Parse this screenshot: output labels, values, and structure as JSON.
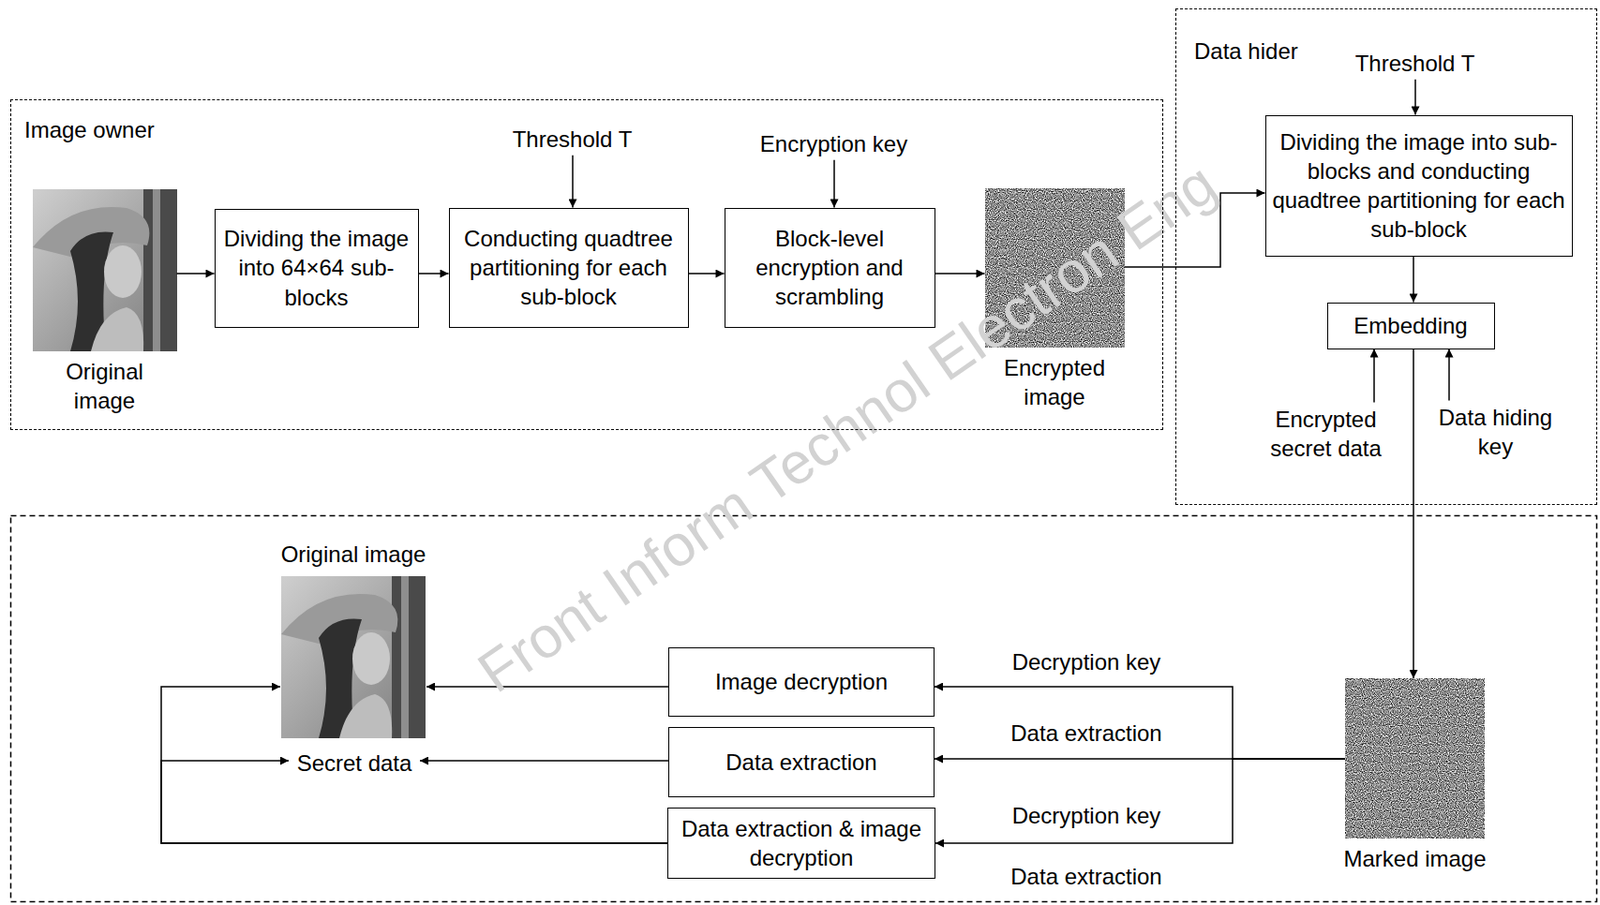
{
  "diagram": {
    "nodes": [
      {
        "text": [
          "Image owner"
        ]
      },
      {
        "text": [
          "Original image"
        ],
        "in": 0
      },
      {
        "text": [
          "Dividing the image into 64×64 sub-blocks"
        ],
        "in": 0
      },
      {
        "text": [
          "Threshold T"
        ],
        "in": 0
      },
      {
        "text": [
          "Conducting quadtree partitioning for each sub-block"
        ],
        "in": 0
      },
      {
        "text": [
          "Encryption key"
        ],
        "in": 0
      },
      {
        "text": [
          "Block-level encryption and scrambling"
        ],
        "in": 0
      },
      {
        "text": [
          "Encrypted image"
        ],
        "in": 0
      },
      {
        "text": [
          "Data hider"
        ]
      },
      {
        "text": [
          "Threshold T"
        ],
        "in": 8
      },
      {
        "text": [
          "Dividing the image into sub-blocks and conducting quadtree partitioning for each sub-block"
        ],
        "in": 8
      },
      {
        "text": [
          "Embedding"
        ],
        "in": 8
      },
      {
        "text": [
          "Encrypted secret data"
        ],
        "in": 8
      },
      {
        "text": [
          "Data hiding key"
        ],
        "in": 8
      },
      {
        "text": [
          "Marked image"
        ]
      },
      {
        "text": [
          "Original image"
        ]
      },
      {
        "text": [
          "Secret data"
        ]
      },
      {
        "text": [
          "Image decryption"
        ]
      },
      {
        "text": [
          "Data extraction"
        ]
      },
      {
        "text": [
          "Data extraction & image decryption"
        ]
      }
    ],
    "edges": [
      {
        "from": 1,
        "to": 2,
        "arrow": "to"
      },
      {
        "from": 2,
        "to": 4,
        "arrow": "to"
      },
      {
        "from": 3,
        "to": 4,
        "arrow": "to"
      },
      {
        "from": 4,
        "to": 6,
        "arrow": "to"
      },
      {
        "from": 5,
        "to": 6,
        "arrow": "to"
      },
      {
        "from": 6,
        "to": 7,
        "arrow": "to"
      },
      {
        "from": 7,
        "to": 10,
        "arrow": "to"
      },
      {
        "from": 9,
        "to": 10,
        "arrow": "to"
      },
      {
        "from": 10,
        "to": 11,
        "arrow": "to"
      },
      {
        "from": 12,
        "to": 11,
        "arrow": "to"
      },
      {
        "from": 13,
        "to": 11,
        "arrow": "to"
      },
      {
        "from": 11,
        "to": 14,
        "arrow": "to"
      },
      {
        "from": 14,
        "to": 17,
        "label": "Decryption key",
        "arrow": "to"
      },
      {
        "from": 14,
        "to": 18,
        "label": "Data extraction",
        "arrow": "to"
      },
      {
        "from": 14,
        "to": 19,
        "label": "Decryption key",
        "arrow": "to"
      },
      {
        "from": 17,
        "to": 15,
        "arrow": "to"
      },
      {
        "from": 18,
        "to": 16,
        "arrow": "to"
      },
      {
        "from": 19,
        "to": 15,
        "arrow": "to"
      },
      {
        "from": 19,
        "to": 16,
        "arrow": "to"
      }
    ],
    "labels": [
      "Data extraction",
      "Front Inform Technol Electron Eng"
    ]
  }
}
